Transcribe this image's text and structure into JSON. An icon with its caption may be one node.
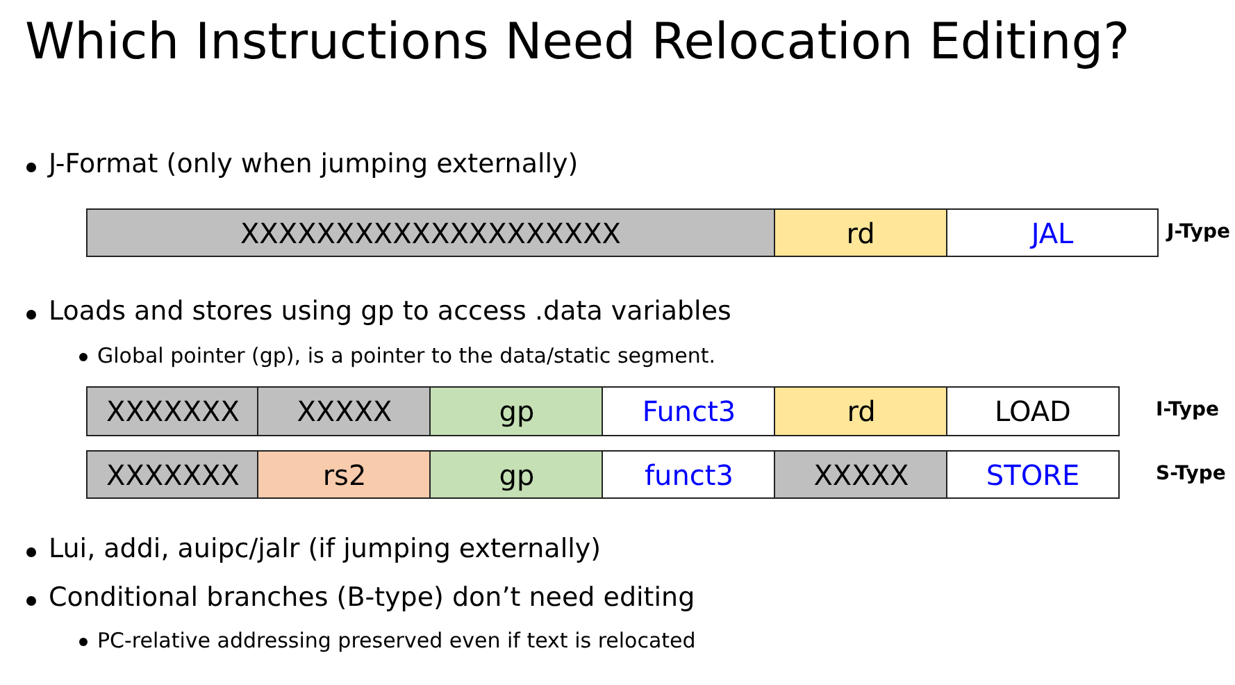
{
  "diagram": {
    "title": "Which Instructions Need Relocation Editing?",
    "labels": [
      "J-Format (only when jumping externally)",
      "XXXXXXXXXXXXXXXXXXXX",
      "rd",
      "JAL",
      "J-Type",
      "Loads and stores using gp to access .data variables",
      "Global pointer (gp), is a pointer to the data/static segment.",
      "XXXXXXX",
      "XXXXX",
      "gp",
      "Funct3",
      "rd",
      "LOAD",
      "I-Type",
      "XXXXXXX",
      "rs2",
      "gp",
      "funct3",
      "XXXXX",
      "STORE",
      "S-Type",
      "Lui, addi, auipc/jalr (if jumping externally)",
      "Conditional branches (B-type) don’t need editing",
      "PC-relative addressing preserved even if text is relocated"
    ]
  }
}
